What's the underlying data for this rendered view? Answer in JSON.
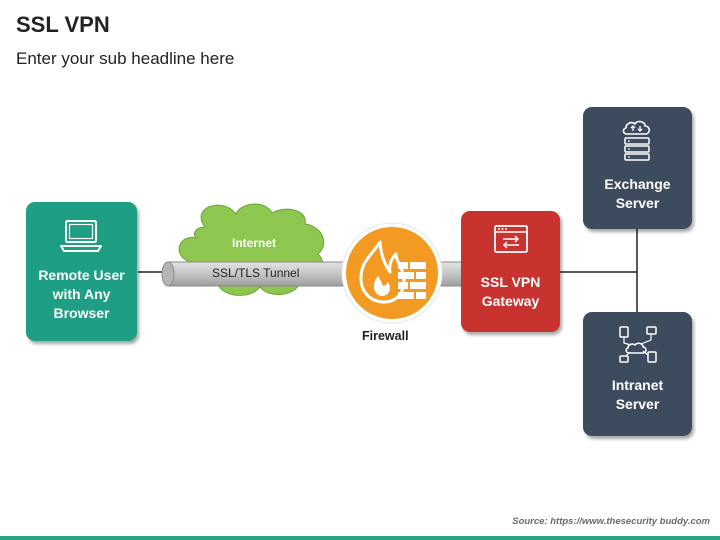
{
  "header": {
    "title": "SSL VPN",
    "subtitle": "Enter your sub headline here"
  },
  "nodes": {
    "remote_user": {
      "label": "Remote User with Any Browser",
      "lines": [
        "Remote User",
        "with Any",
        "Browser"
      ],
      "color": "#1e9e82",
      "icon": "laptop-icon"
    },
    "internet": {
      "label": "Internet",
      "color": "#8dc750",
      "icon": "cloud-shape"
    },
    "tunnel": {
      "label": "SSL/TLS Tunnel",
      "color": "#c8c8c8"
    },
    "firewall": {
      "label": "Firewall",
      "color": "#f39a22",
      "icon": "flame-wall-icon"
    },
    "gateway": {
      "label": "SSL VPN Gateway",
      "lines": [
        "SSL VPN",
        "Gateway"
      ],
      "color": "#c8322f",
      "icon": "browser-exchange-icon"
    },
    "exchange": {
      "label": "Exchange Server",
      "lines": [
        "Exchange",
        "Server"
      ],
      "color": "#3c4b5e",
      "icon": "cloud-server-icon"
    },
    "intranet": {
      "label": "Intranet Server",
      "lines": [
        "Intranet",
        "Server"
      ],
      "color": "#3c4b5e",
      "icon": "network-nodes-icon"
    }
  },
  "footer": {
    "source": "Source: https://www.thesecurity buddy.com",
    "bar_color": "#2aa384"
  }
}
